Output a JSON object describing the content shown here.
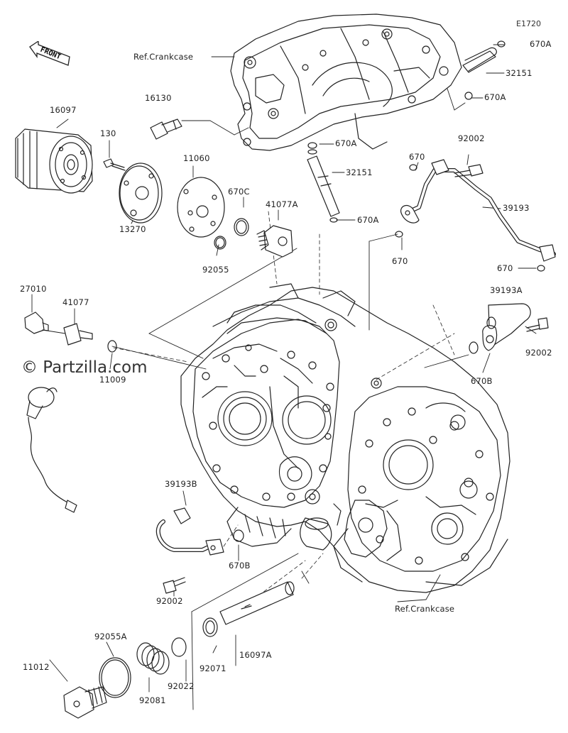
{
  "diagram_code": "E1720",
  "watermark": "© Partzilla.com",
  "front_label": "FRONT",
  "labels": [
    {
      "id": "ref-crankcase-top",
      "text": "Ref.Crankcase"
    },
    {
      "id": "670a-1",
      "text": "670A"
    },
    {
      "id": "32151-1",
      "text": "32151"
    },
    {
      "id": "670a-2",
      "text": "670A"
    },
    {
      "id": "16130",
      "text": "16130"
    },
    {
      "id": "16097",
      "text": "16097"
    },
    {
      "id": "130",
      "text": "130"
    },
    {
      "id": "11060",
      "text": "11060"
    },
    {
      "id": "670a-3",
      "text": "670A"
    },
    {
      "id": "32151-2",
      "text": "32151"
    },
    {
      "id": "670c",
      "text": "670C"
    },
    {
      "id": "41077a",
      "text": "41077A"
    },
    {
      "id": "670a-4",
      "text": "670A"
    },
    {
      "id": "670-1",
      "text": "670"
    },
    {
      "id": "92002-1",
      "text": "92002"
    },
    {
      "id": "39193",
      "text": "39193"
    },
    {
      "id": "13270",
      "text": "13270"
    },
    {
      "id": "92055",
      "text": "92055"
    },
    {
      "id": "670-2",
      "text": "670"
    },
    {
      "id": "670-3",
      "text": "670"
    },
    {
      "id": "27010",
      "text": "27010"
    },
    {
      "id": "41077",
      "text": "41077"
    },
    {
      "id": "39193a",
      "text": "39193A"
    },
    {
      "id": "92002-2",
      "text": "92002"
    },
    {
      "id": "11009",
      "text": "11009"
    },
    {
      "id": "670b-1",
      "text": "670B"
    },
    {
      "id": "39193b",
      "text": "39193B"
    },
    {
      "id": "670b-2",
      "text": "670B"
    },
    {
      "id": "92002-3",
      "text": "92002"
    },
    {
      "id": "ref-crankcase-bottom",
      "text": "Ref.Crankcase"
    },
    {
      "id": "92055a",
      "text": "92055A"
    },
    {
      "id": "11012",
      "text": "11012"
    },
    {
      "id": "92071",
      "text": "92071"
    },
    {
      "id": "16097a",
      "text": "16097A"
    },
    {
      "id": "92022",
      "text": "92022"
    },
    {
      "id": "92081",
      "text": "92081"
    }
  ]
}
